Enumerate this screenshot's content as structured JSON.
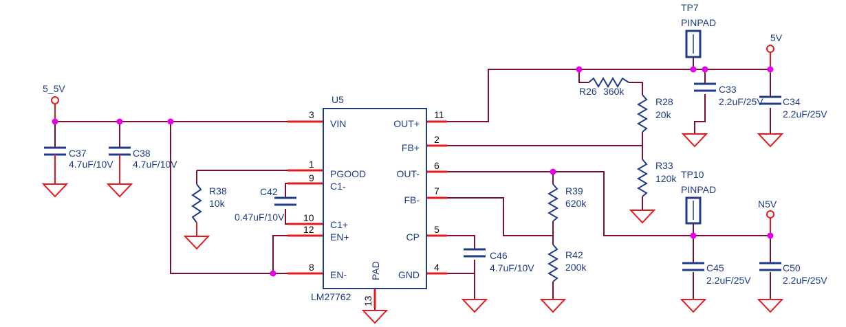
{
  "colors": {
    "wire": "#7a0f2e",
    "pin": "#e6191f",
    "junction": "#e600e6",
    "text": "#1f3a8a",
    "body": "#1f3a8a",
    "ground": "#e6191f",
    "power": "#e6191f",
    "cap": "#1f3a8a",
    "resistor": "#1f3a8a"
  },
  "nets": {
    "input": "5_5V",
    "pos_out": "5V",
    "neg_out": "N5V"
  },
  "ic": {
    "ref": "U5",
    "part": "LM27762",
    "pins": {
      "vin": {
        "num": "3",
        "name": "VIN"
      },
      "pgood": {
        "num": "1",
        "name": "PGOOD"
      },
      "c1m": {
        "num": "9",
        "name": "C1-"
      },
      "c1p": {
        "num": "10",
        "name": "C1+"
      },
      "enp": {
        "num": "12",
        "name": "EN+"
      },
      "enm": {
        "num": "8",
        "name": "EN-"
      },
      "outp": {
        "num": "11",
        "name": "OUT+"
      },
      "fbp": {
        "num": "2",
        "name": "FB+"
      },
      "outm": {
        "num": "6",
        "name": "OUT-"
      },
      "fbm": {
        "num": "7",
        "name": "FB-"
      },
      "cp": {
        "num": "5",
        "name": "CP"
      },
      "gnd": {
        "num": "4",
        "name": "GND"
      },
      "pad": {
        "num": "13",
        "name": "PAD"
      }
    }
  },
  "capacitors": {
    "C37": {
      "ref": "C37",
      "value": "4.7uF/10V"
    },
    "C38": {
      "ref": "C38",
      "value": "4.7uF/10V"
    },
    "C42": {
      "ref": "C42",
      "value": "0.47uF/10V"
    },
    "C46": {
      "ref": "C46",
      "value": "4.7uF/10V"
    },
    "C33": {
      "ref": "C33",
      "value": "2.2uF/25V"
    },
    "C34": {
      "ref": "C34",
      "value": "2.2uF/25V"
    },
    "C45": {
      "ref": "C45",
      "value": "2.2uF/25V"
    },
    "C50": {
      "ref": "C50",
      "value": "2.2uF/25V"
    }
  },
  "resistors": {
    "R38": {
      "ref": "R38",
      "value": "10k"
    },
    "R26": {
      "ref": "R26",
      "value": "360k"
    },
    "R28": {
      "ref": "R28",
      "value": "20k"
    },
    "R33": {
      "ref": "R33",
      "value": "120k"
    },
    "R39": {
      "ref": "R39",
      "value": "620k"
    },
    "R42": {
      "ref": "R42",
      "value": "200k"
    }
  },
  "testpoints": {
    "TP7": {
      "ref": "TP7",
      "type": "PINPAD"
    },
    "TP10": {
      "ref": "TP10",
      "type": "PINPAD"
    }
  }
}
